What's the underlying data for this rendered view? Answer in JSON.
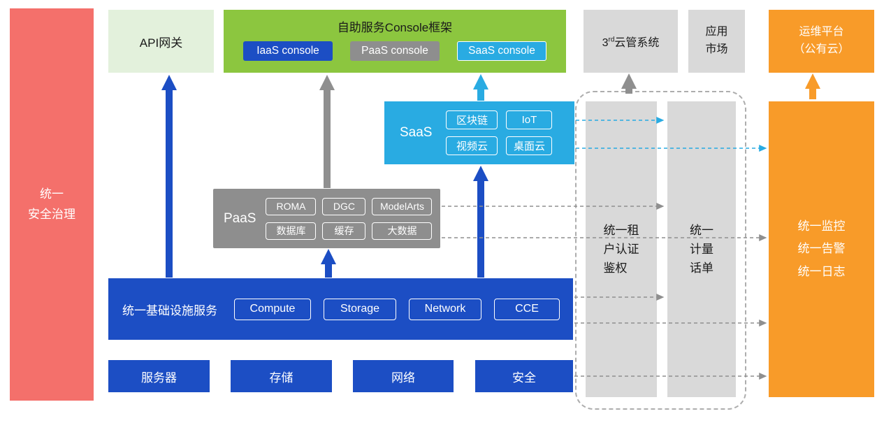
{
  "colors": {
    "red": "#F4706B",
    "green": "#8CC63F",
    "light-green": "#E3F1DC",
    "blue": "#1C4EC4",
    "gray": "#8E8E8E",
    "light-gray": "#D9D9D9",
    "cyan": "#29ABE2",
    "orange": "#F89B29"
  },
  "security_bar": {
    "label": [
      "统一",
      "安全治理"
    ]
  },
  "api_gateway": {
    "label": "API网关"
  },
  "console_framework": {
    "title": "自助服务Console框架",
    "consoles": {
      "iaas": "IaaS console",
      "paas": "PaaS console",
      "saas": "SaaS console"
    }
  },
  "third_party_cloud": {
    "prefix": "3",
    "sup": "rd",
    "suffix": "云管系统"
  },
  "app_market": {
    "label": [
      "应用",
      "市场"
    ]
  },
  "om_platform": {
    "label": [
      "运维平台",
      "（公有云）"
    ]
  },
  "saas": {
    "label": "SaaS",
    "items": {
      "blockchain": "区块链",
      "iot": "IoT",
      "video": "视频云",
      "desktop": "桌面云"
    }
  },
  "paas": {
    "label": "PaaS",
    "items": {
      "roma": "ROMA",
      "dgc": "DGC",
      "modelarts": "ModelArts",
      "database": "数据库",
      "cache": "缓存",
      "bigdata": "大数据"
    }
  },
  "infrastructure": {
    "label": "统一基础设施服务",
    "items": {
      "compute": "Compute",
      "storage": "Storage",
      "network": "Network",
      "cce": "CCE"
    }
  },
  "hardware": {
    "server": "服务器",
    "storage": "存储",
    "network": "网络",
    "security": "安全"
  },
  "auth_bar": {
    "label": [
      "统一租",
      "户认证",
      "鉴权"
    ]
  },
  "metering_bar": {
    "label": [
      "统一",
      "计量",
      "话单"
    ]
  },
  "monitor_bar": {
    "label": [
      "统一监控",
      "统一告警",
      "统一日志"
    ]
  }
}
